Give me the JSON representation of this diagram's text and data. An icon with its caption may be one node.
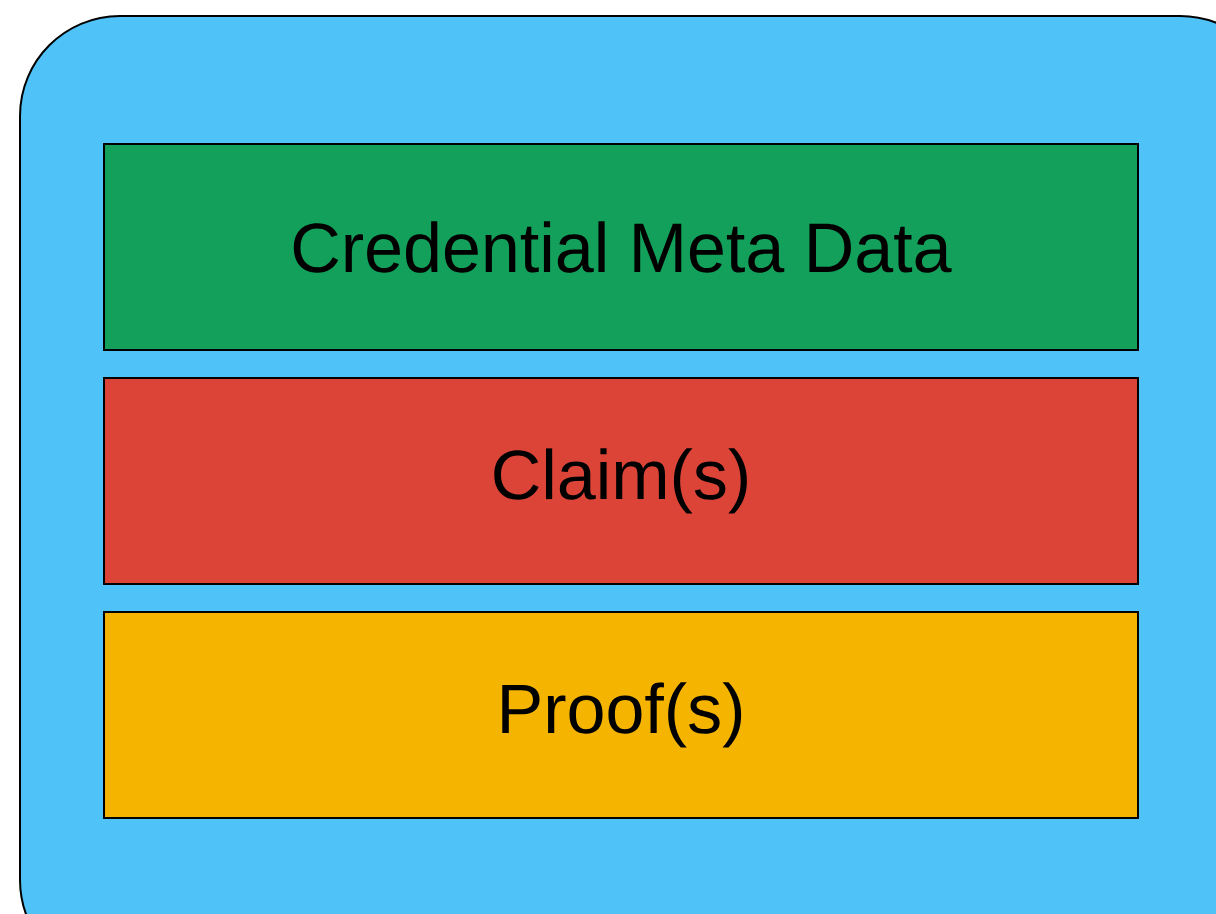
{
  "diagram": {
    "nodes": [
      {
        "text": [],
        "shape": "box"
      },
      {
        "text": [
          "Credential Meta Data"
        ],
        "in": 0
      },
      {
        "text": [
          "Claim(s)"
        ],
        "in": 0
      },
      {
        "text": [
          "Proof(s)"
        ],
        "in": 0
      }
    ]
  }
}
